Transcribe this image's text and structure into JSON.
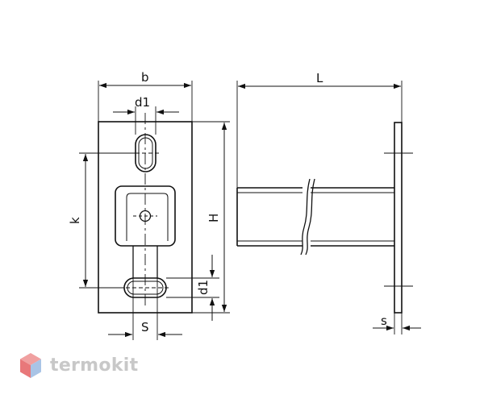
{
  "labels": {
    "b": "b",
    "d1_top": "d1",
    "d1_side": "d1",
    "k": "k",
    "H": "H",
    "L": "L",
    "S": "S",
    "s": "s"
  },
  "watermark": {
    "text": "termokit",
    "colors": {
      "top": "#f0a0a0",
      "left": "#e8787a",
      "right": "#a9c4e6",
      "text": "#c8c8c8"
    }
  }
}
